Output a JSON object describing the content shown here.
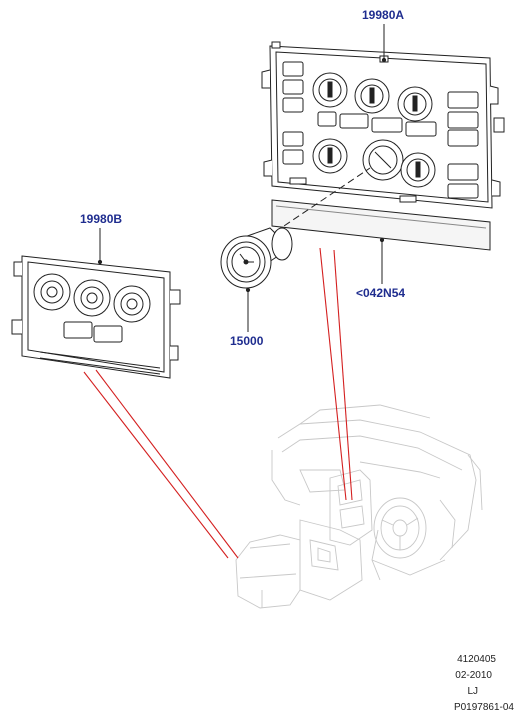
{
  "parts": [
    {
      "id": "19980A",
      "label": "19980A"
    },
    {
      "id": "19980B",
      "label": "19980B"
    },
    {
      "id": "15000",
      "label": "15000"
    },
    {
      "id": "042N54",
      "label": "<042N54"
    }
  ],
  "footer": {
    "code": "4120405",
    "date": "02-2010",
    "initials": "LJ",
    "ref": "P0197861-04"
  },
  "colors": {
    "label": "#1f2d8f",
    "leader_red": "#d42020",
    "line": "#222222",
    "ghost": "#c8c8c8"
  }
}
